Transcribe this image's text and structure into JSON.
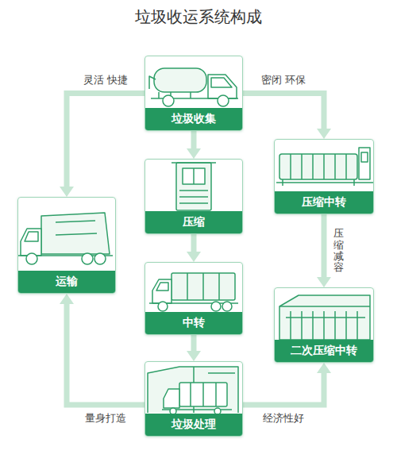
{
  "diagram": {
    "title": "垃圾收运系统构成",
    "nodes": [
      {
        "text": [
          "垃圾收集"
        ]
      },
      {
        "text": [
          "压缩中转"
        ]
      },
      {
        "text": [
          "压缩"
        ]
      },
      {
        "text": [
          "运输"
        ]
      },
      {
        "text": [
          "中转"
        ]
      },
      {
        "text": [
          "二次压缩中转"
        ]
      },
      {
        "text": [
          "垃圾处理"
        ]
      }
    ],
    "edges": [
      {
        "from": 0,
        "to": 3,
        "label": "灵活 快捷",
        "arrow": "to"
      },
      {
        "from": 0,
        "to": 1,
        "label": "密闭 环保",
        "arrow": "to"
      },
      {
        "from": 0,
        "to": 2,
        "arrow": "to"
      },
      {
        "from": 2,
        "to": 4,
        "arrow": "to"
      },
      {
        "from": 4,
        "to": 6,
        "arrow": "to"
      },
      {
        "from": 1,
        "to": 5,
        "label": "压缩减容",
        "arrow": "to"
      },
      {
        "from": 6,
        "to": 3,
        "label": "量身打造",
        "arrow": "to"
      },
      {
        "from": 6,
        "to": 5,
        "label": "经济性好",
        "arrow": "to"
      }
    ]
  }
}
